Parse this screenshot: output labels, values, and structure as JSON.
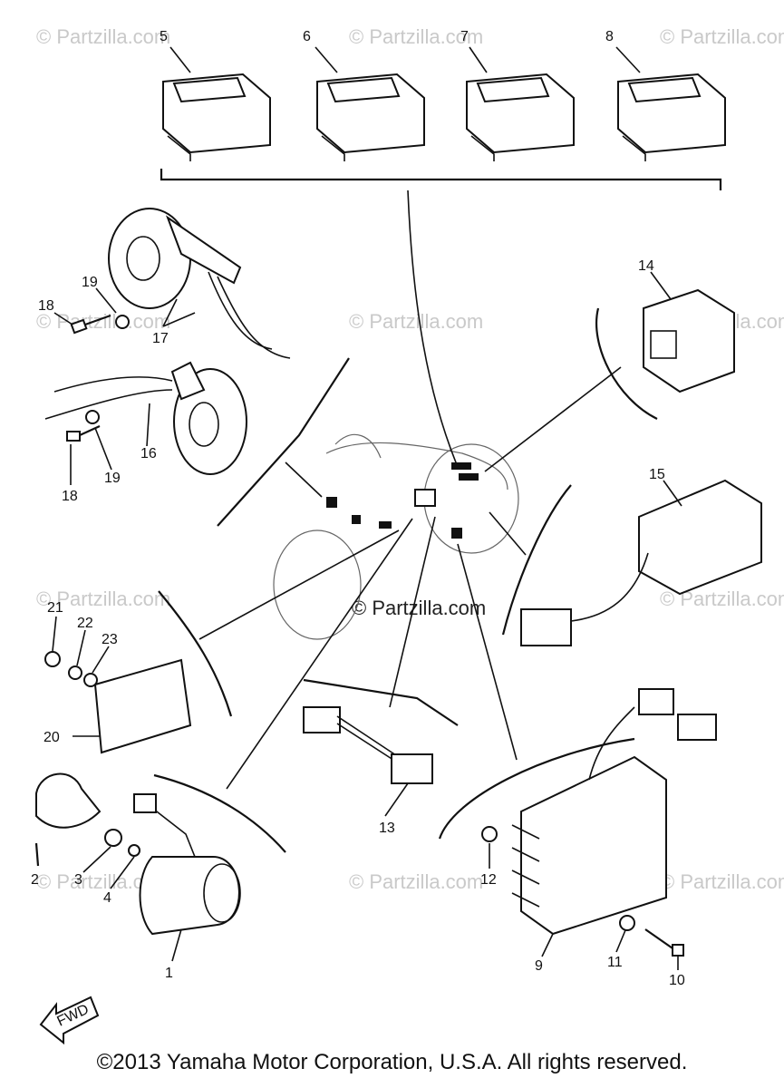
{
  "diagram": {
    "callouts": [
      "1",
      "2",
      "3",
      "4",
      "5",
      "6",
      "7",
      "8",
      "9",
      "10",
      "11",
      "12",
      "13",
      "14",
      "15",
      "16",
      "17",
      "18",
      "19",
      "20",
      "21",
      "22",
      "23"
    ],
    "arrow_label": "FWD",
    "watermark": "© Partzilla.com",
    "watermark_center": "© Partzilla.com",
    "copyright": "©2013 Yamaha Motor Corporation, U.S.A. All rights reserved."
  }
}
